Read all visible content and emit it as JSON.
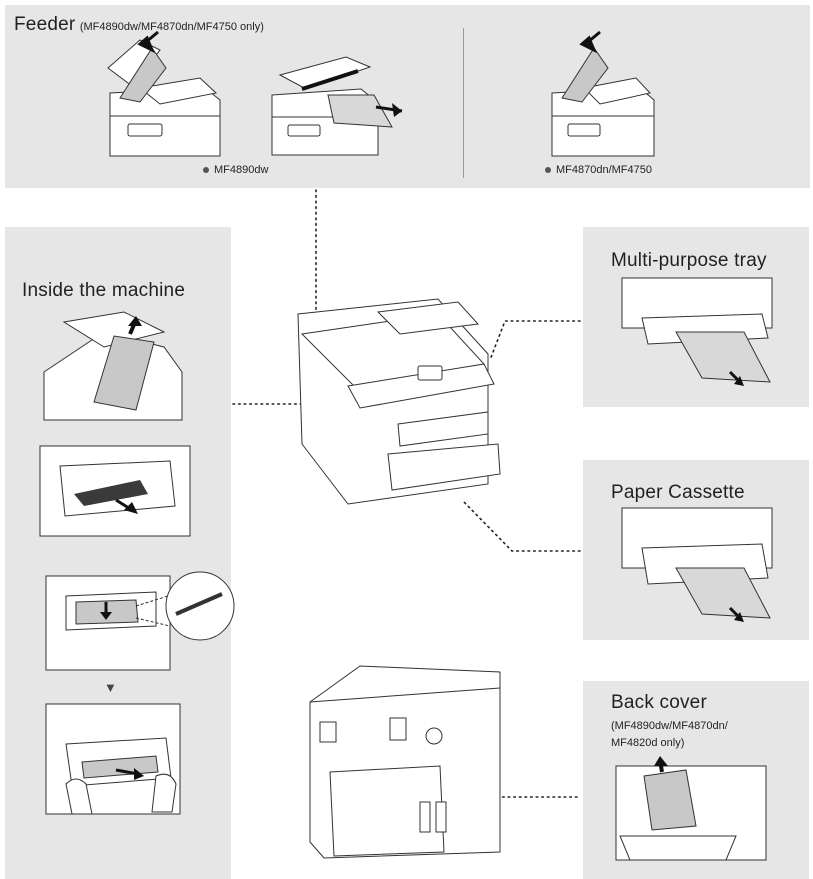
{
  "feeder": {
    "title": "Feeder",
    "subtitle": "(MF4890dw/MF4870dn/MF4750 only)",
    "caption_left": "MF4890dw",
    "caption_right": "MF4870dn/MF4750"
  },
  "inside": {
    "title": "Inside the machine",
    "step_arrow": "▼"
  },
  "mp_tray": {
    "title": "Multi-purpose tray"
  },
  "cassette": {
    "title": "Paper Cassette"
  },
  "back_cover": {
    "title": "Back cover",
    "subtitle_line1": "(MF4890dw/MF4870dn/",
    "subtitle_line2": "MF4820d only)"
  },
  "colors": {
    "panel": "#e6e6e6",
    "paper": "#c8c8c8",
    "line": "#333333",
    "leader": "#222222"
  }
}
